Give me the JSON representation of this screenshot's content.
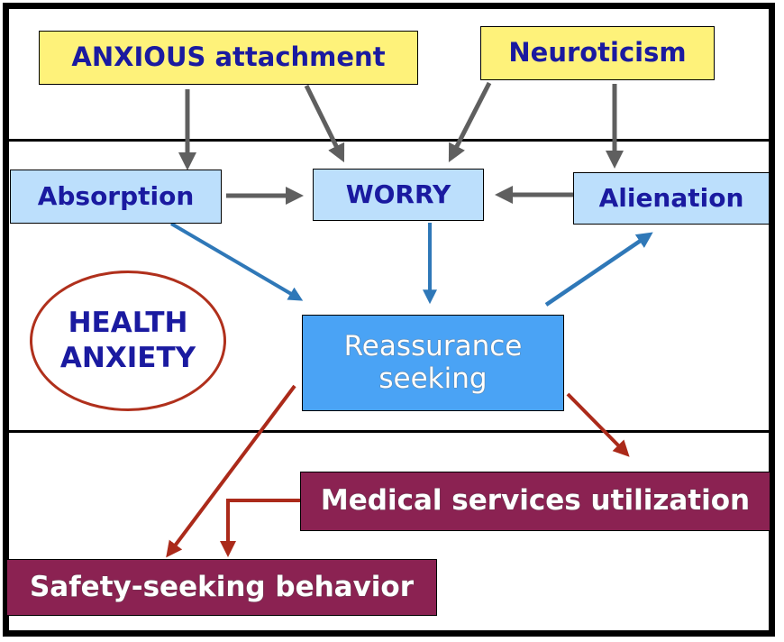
{
  "diagram": {
    "title": "Health anxiety model",
    "colors": {
      "trait_fill": "#fef27a",
      "process_fill": "#bcdffc",
      "core_fill": "#4aa3f5",
      "outcome_fill": "#8b2252",
      "label_text": "#1a1aa0",
      "grey_arrow": "#5f5f5f",
      "blue_arrow": "#2f78b8",
      "red_arrow": "#ab2a1a",
      "ellipse_stroke": "#b0301c"
    },
    "nodes": {
      "anxious_attachment": "ANXIOUS attachment",
      "neuroticism": "Neuroticism",
      "absorption": "Absorption",
      "worry": "WORRY",
      "alienation": "Alienation",
      "reassurance_line1": "Reassurance",
      "reassurance_line2": "seeking",
      "medical_services": "Medical services utilization",
      "safety_seeking": "Safety-seeking behavior"
    },
    "label": {
      "line1": "HEALTH",
      "line2": "ANXIETY"
    },
    "edges": [
      {
        "from": "ANXIOUS attachment",
        "to": "Absorption",
        "color": "grey"
      },
      {
        "from": "ANXIOUS attachment",
        "to": "WORRY",
        "color": "grey"
      },
      {
        "from": "Neuroticism",
        "to": "WORRY",
        "color": "grey"
      },
      {
        "from": "Neuroticism",
        "to": "Alienation",
        "color": "grey"
      },
      {
        "from": "Absorption",
        "to": "WORRY",
        "color": "grey"
      },
      {
        "from": "Alienation",
        "to": "WORRY",
        "color": "grey"
      },
      {
        "from": "Absorption",
        "to": "Reassurance seeking",
        "color": "blue"
      },
      {
        "from": "WORRY",
        "to": "Reassurance seeking",
        "color": "blue"
      },
      {
        "from": "Reassurance seeking",
        "to": "Alienation",
        "color": "blue"
      },
      {
        "from": "Reassurance seeking",
        "to": "Medical services utilization",
        "color": "red"
      },
      {
        "from": "Reassurance seeking",
        "to": "Safety-seeking behavior",
        "color": "red"
      },
      {
        "from": "Medical services utilization",
        "to": "Safety-seeking behavior",
        "color": "red"
      }
    ]
  }
}
